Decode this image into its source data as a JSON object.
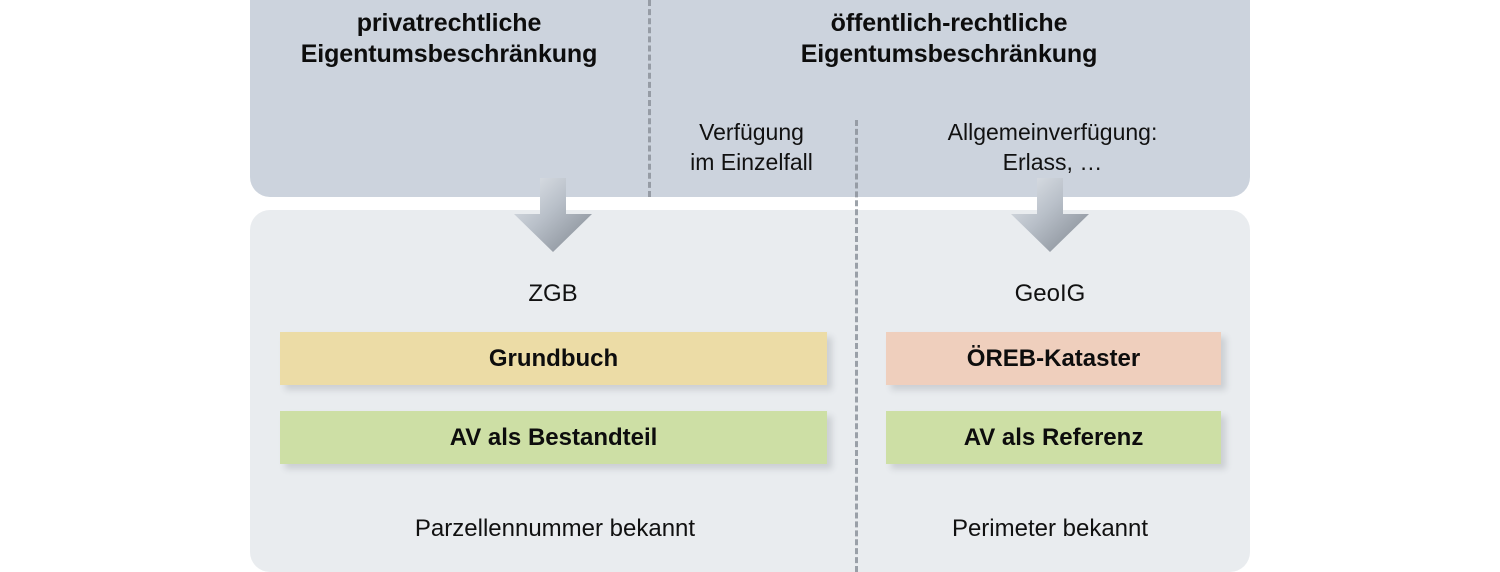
{
  "diagram": {
    "columns": {
      "private": {
        "title": "privatrechtliche\nEigentumsbeschränkung",
        "law": "ZGB",
        "footer": "Parzellennummer bekannt",
        "bars": [
          {
            "label": "Grundbuch",
            "color": "#ecdca6"
          },
          {
            "label": "AV als Bestandteil",
            "color": "#cddfa5"
          }
        ]
      },
      "public": {
        "title": "öffentlich-rechtliche\nEigentumsbeschränkung",
        "law": "GeoIG",
        "footer": "Perimeter bekannt",
        "bars": [
          {
            "label": "ÖREB-Kataster",
            "color": "#efcfbd"
          },
          {
            "label": "AV als Referenz",
            "color": "#cddfa5"
          }
        ]
      }
    },
    "sublabels": {
      "verfuegung": "Verfügung\nim Einzelfall",
      "allgemeinverfuegung": "Allgemeinverfügung:\nErlass, …"
    },
    "colors": {
      "top_panel": "#ccd3dd",
      "bottom_panel": "#e9ecef",
      "divider": "#8d939c",
      "arrow_light": "#dfe3e9",
      "arrow_dark": "#8e959f"
    }
  }
}
